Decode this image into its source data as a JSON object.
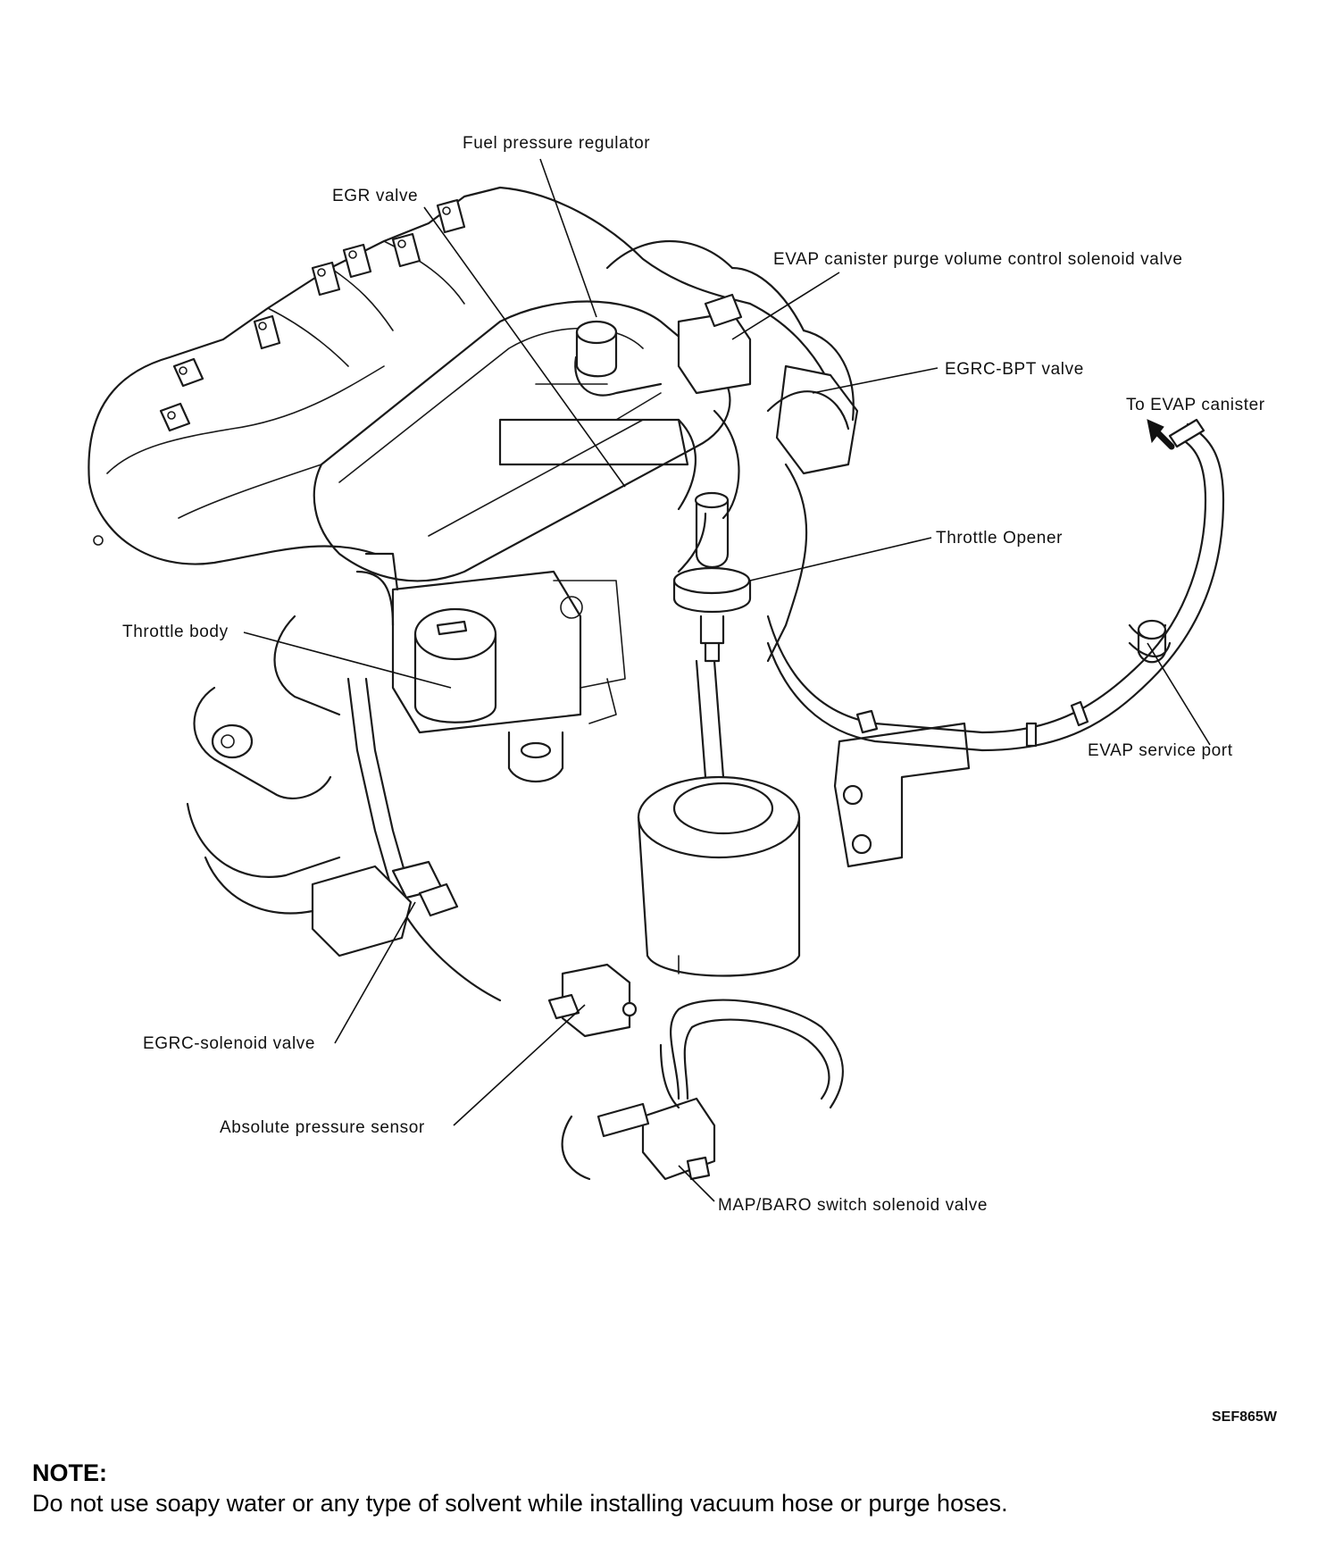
{
  "labels": {
    "fuel_pressure_regulator": "Fuel pressure regulator",
    "egr_valve": "EGR valve",
    "evap_purge_solenoid": "EVAP canister purge volume control solenoid valve",
    "egrc_bpt_valve": "EGRC-BPT valve",
    "to_evap_canister": "To EVAP canister",
    "throttle_opener": "Throttle Opener",
    "throttle_body": "Throttle body",
    "evap_service_port": "EVAP service port",
    "egrc_solenoid_valve": "EGRC-solenoid valve",
    "absolute_pressure_sensor": "Absolute pressure sensor",
    "map_baro_switch": "MAP/BARO switch solenoid valve"
  },
  "figure_code": "SEF865W",
  "note": {
    "title": "NOTE:",
    "text": "Do not use soapy water or any type of solvent while installing vacuum hose or purge hoses."
  }
}
